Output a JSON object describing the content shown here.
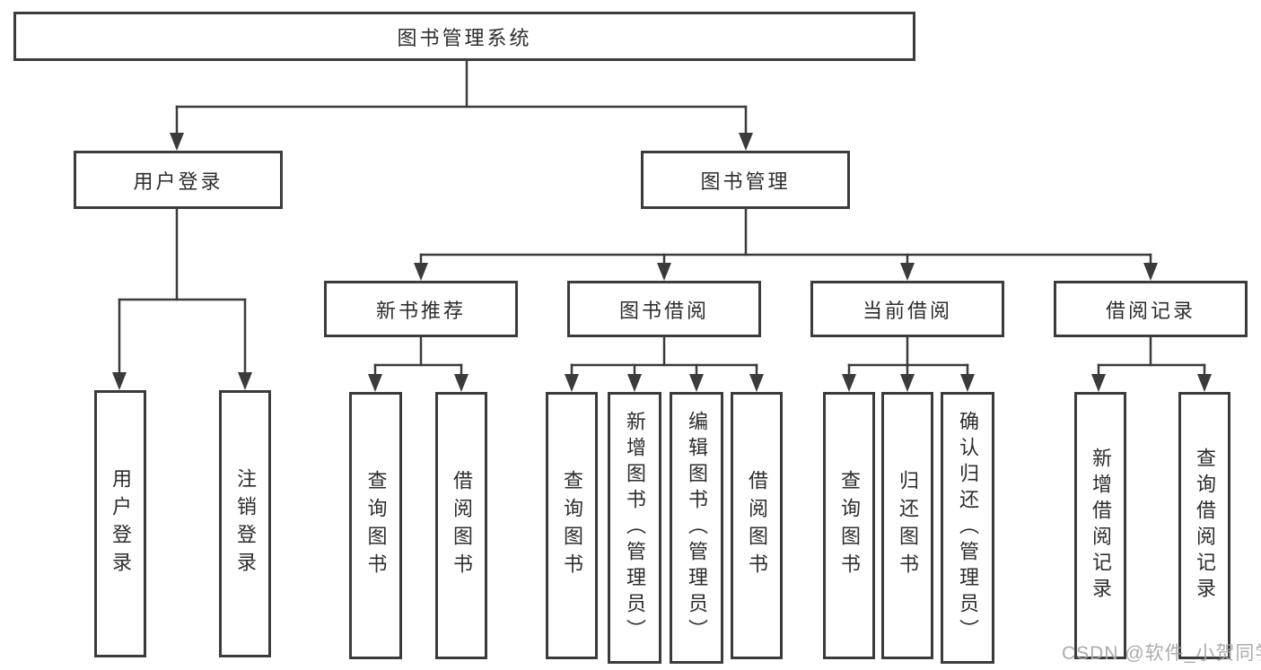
{
  "tree": {
    "root": {
      "label": "图书管理系统"
    },
    "user_login": {
      "label": "用户登录",
      "children": [
        {
          "label": "用户登录"
        },
        {
          "label": "注销登录"
        }
      ]
    },
    "book_mgmt": {
      "label": "图书管理",
      "children": [
        {
          "label": "新书推荐",
          "children": [
            {
              "label": "查询图书"
            },
            {
              "label": "借阅图书"
            }
          ]
        },
        {
          "label": "图书借阅",
          "children": [
            {
              "label": "查询图书"
            },
            {
              "label": "新增图书（管理员）"
            },
            {
              "label": "编辑图书（管理员）"
            },
            {
              "label": "借阅图书"
            }
          ]
        },
        {
          "label": "当前借阅",
          "children": [
            {
              "label": "查询图书"
            },
            {
              "label": "归还图书"
            },
            {
              "label": "确认归还（管理员）"
            }
          ]
        },
        {
          "label": "借阅记录",
          "children": [
            {
              "label": "新增借阅记录"
            },
            {
              "label": "查询借阅记录"
            }
          ]
        }
      ]
    }
  },
  "watermark": {
    "text": "CSDN @软件_小贺同学"
  },
  "colors": {
    "line": "#3b3b3b",
    "text": "#2d2d2d",
    "watermark": "#a8a8a8",
    "background": "#ffffff"
  }
}
